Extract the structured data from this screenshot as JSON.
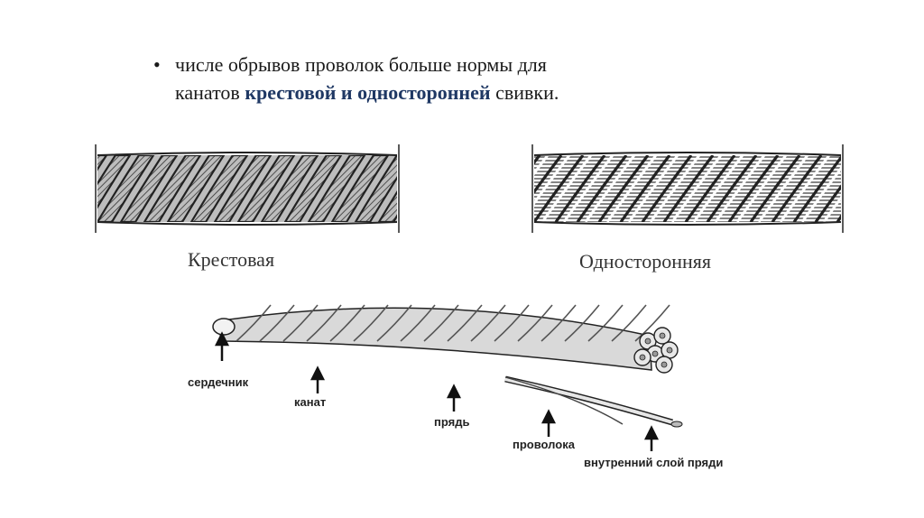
{
  "text": {
    "bullet": "•",
    "line1": "числе обрывов проволок больше нормы для",
    "line2_pre": "канатов ",
    "line2_emph": "крестовой и односторонней",
    "line2_post": " свивки."
  },
  "captions": {
    "left": "Крестовая",
    "right": "Односторонняя"
  },
  "labels": {
    "core": "сердечник",
    "rope": "канат",
    "strand": "прядь",
    "wire": "проволока",
    "inner": "внутренний слой пряди"
  },
  "colors": {
    "emphasis": "#1f3864",
    "ink": "#1a1a1a"
  }
}
